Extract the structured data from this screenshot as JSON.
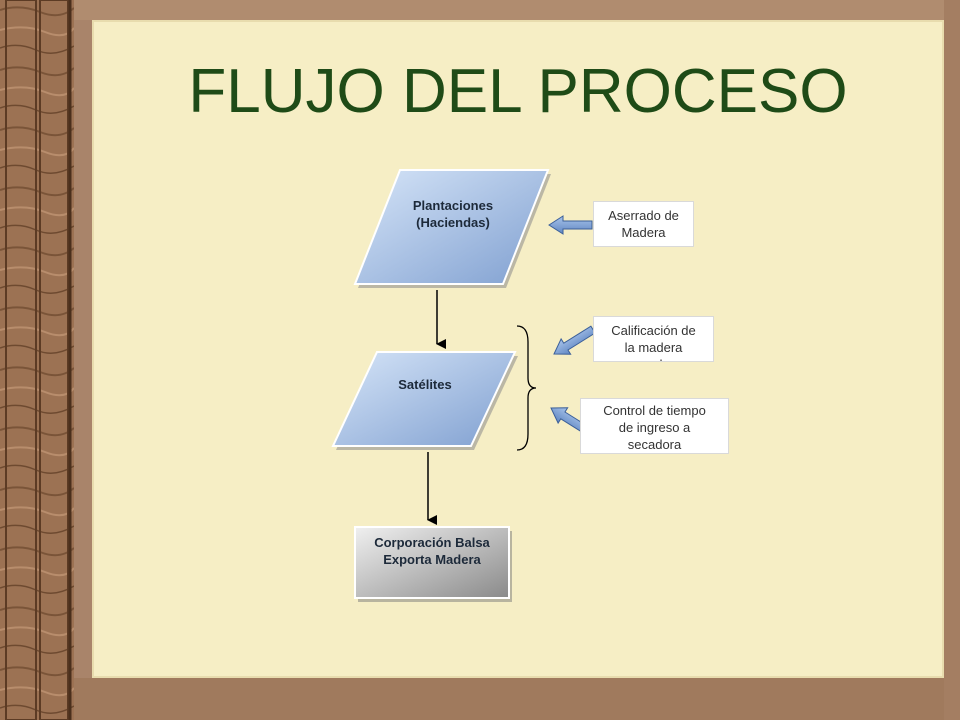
{
  "title": "FLUJO DEL PROCESO",
  "nodes": {
    "plantaciones": "Plantaciones\n(Haciendas)",
    "satelites": "Satélites",
    "corporacion": "Corporación Balsa\nExporta Madera"
  },
  "notes": {
    "aserrado": "Aserrado de\nMadera",
    "calificacion": "Calificación de\nla madera\nverde",
    "control": "Control de tiempo\nde ingreso a\nsecadora"
  },
  "colors": {
    "title": "#1f4b17",
    "slide_bg": "#f6eec5",
    "parallelogram_light": "#cfe0f6",
    "parallelogram_dark": "#7f9fd0",
    "process_light": "#e6e6e6",
    "process_dark": "#8c8c8c",
    "arrow_fill": "#7ea3d6"
  }
}
